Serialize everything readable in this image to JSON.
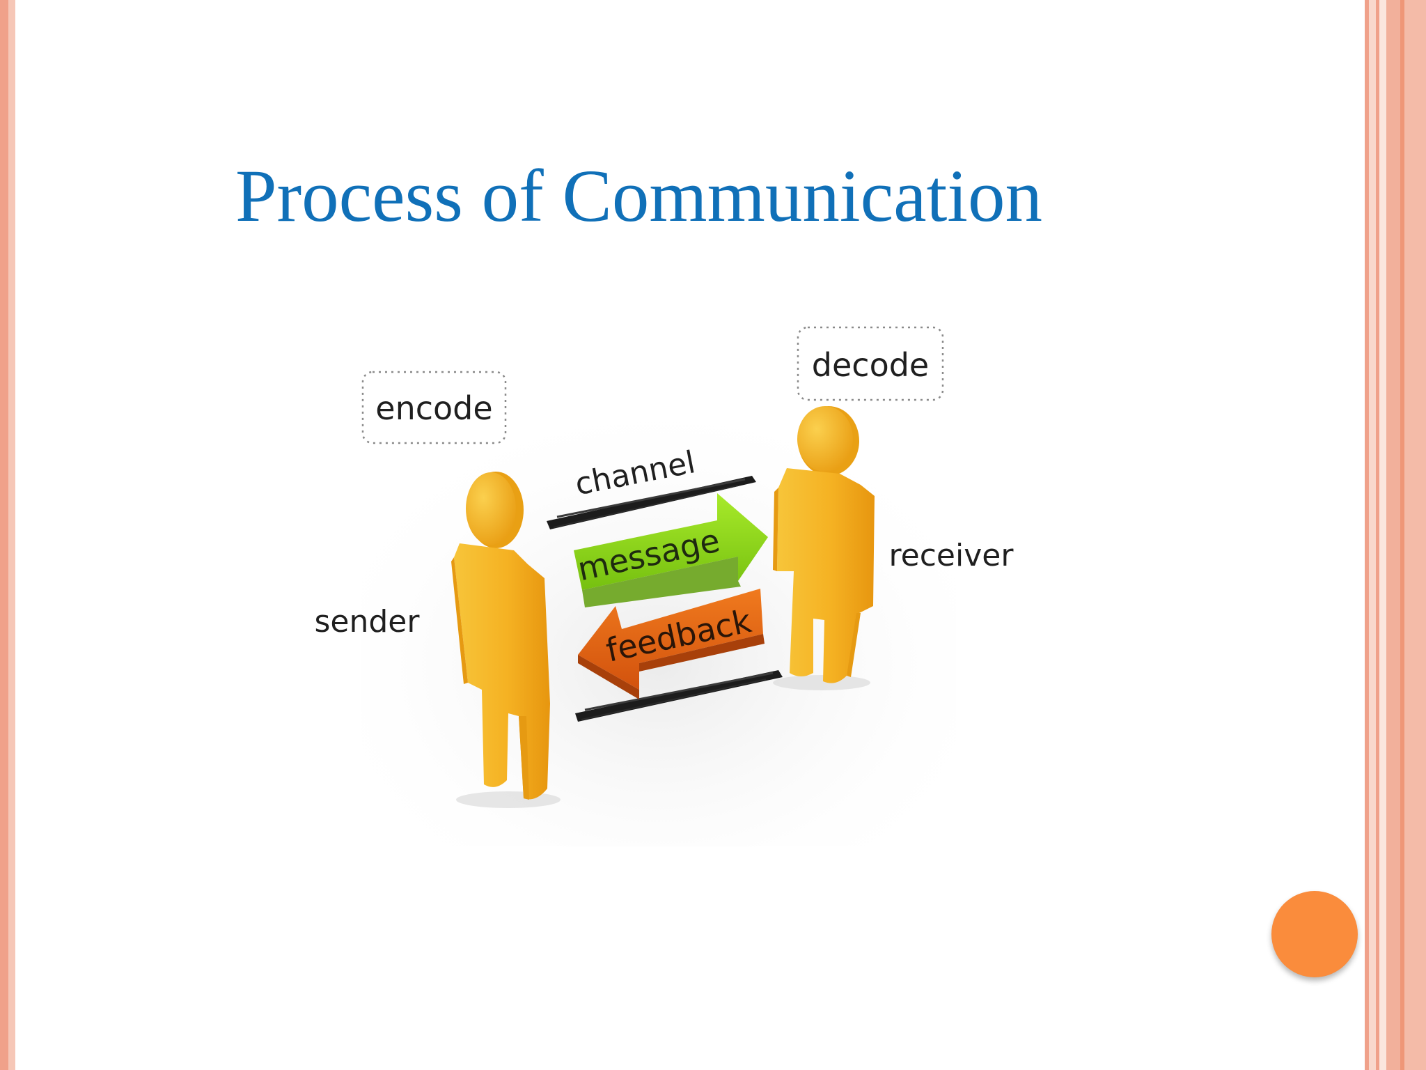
{
  "slide": {
    "title": "Process of Communication"
  },
  "diagram": {
    "encode_label": "encode",
    "decode_label": "decode",
    "channel_label": "channel",
    "message_label": "message",
    "feedback_label": "feedback",
    "sender_label": "sender",
    "receiver_label": "receiver"
  },
  "colors": {
    "title": "#1070b8",
    "figure": "#f5b223",
    "message_arrow": "#8fd61c",
    "feedback_arrow": "#e86516",
    "accent_circle": "#fa8c3c",
    "frame": "#f0a18a"
  }
}
